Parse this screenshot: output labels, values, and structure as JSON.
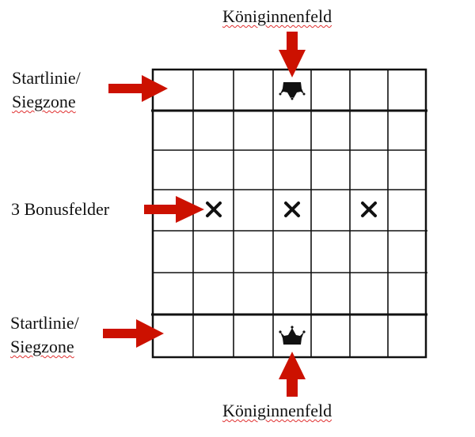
{
  "labels": {
    "queen_field_top": "Königinnenfeld",
    "queen_field_bottom": "Königinnenfeld",
    "start_top_line1": "Startlinie/",
    "start_top_line2": "Siegzone",
    "start_bottom_line1": "Startlinie/",
    "start_bottom_line2": "Siegzone",
    "bonus": "3 Bonusfelder"
  },
  "board": {
    "columns": 7,
    "rows": 7,
    "queen_cells": [
      [
        0,
        3
      ],
      [
        6,
        3
      ]
    ],
    "bonus_cells": [
      [
        3,
        1
      ],
      [
        3,
        3
      ],
      [
        3,
        5
      ]
    ],
    "thick_row_lines": [
      1,
      6
    ]
  },
  "icons": {
    "queen_top": "crown-icon-inverted",
    "queen_bottom": "crown-icon",
    "bonus_marker": "cross-icon",
    "arrow": "arrow-icon"
  },
  "colors": {
    "arrow": "#cc1100",
    "grid": "#111111",
    "spellcheck": "#e03030"
  }
}
